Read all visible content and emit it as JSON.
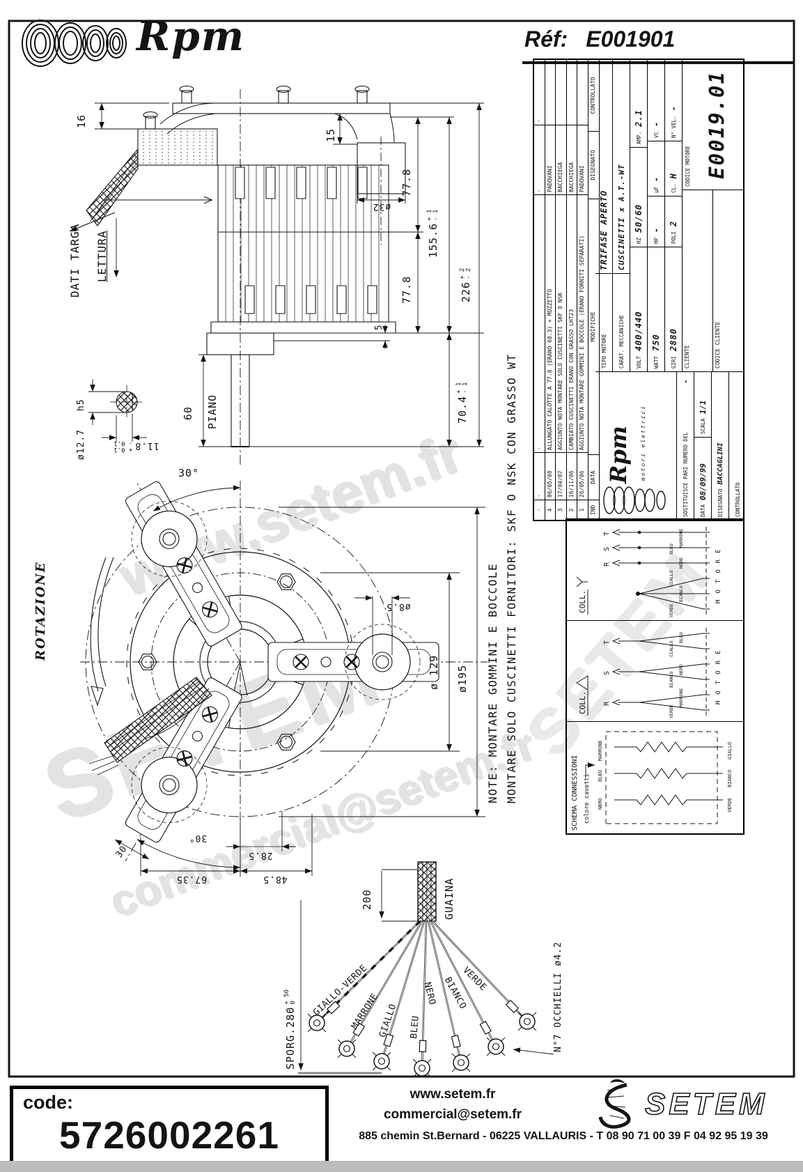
{
  "header": {
    "brand": "Rpm",
    "ref_label": "Réf:",
    "ref_value": "E001901"
  },
  "watermarks": {
    "w1": "www.setem.fr",
    "w2": "SETEM",
    "w3": "commercial@setem.fr",
    "w4": "SETEM"
  },
  "note": {
    "line1": "NOTE: MONTARE GOMMINI E BOCCOLE",
    "line2": "MONTARE SOLO CUSCINETTI FORNITORI: SKF O NSK CON GRASSO WT"
  },
  "side_view": {
    "dati_targa": "DATI TARGA",
    "lettura": "LETTURA",
    "piano": "PIANO",
    "d16": "16",
    "d15": "15",
    "d32": "ø32",
    "d77_top": "77.8",
    "d77_bot": "77.8",
    "d5": "5",
    "d60": "60",
    "d155": {
      "main": "155.6",
      "plus": "+ 1",
      "minus": "- 1"
    },
    "d226": {
      "main": "226",
      "plus": "+ 2",
      "minus": "- 2"
    },
    "d704": {
      "main": "70.4",
      "plus": "+ 1",
      "minus": "- 1"
    },
    "h5": "h5",
    "d127": "ø12.7",
    "d118": {
      "main": "11.8",
      "plus": "+ 0.1",
      "minus": "- 0.1"
    }
  },
  "front_view": {
    "rotazione": "ROTAZIONE",
    "a30_top": "30°",
    "d85": "ø8.5",
    "d129": "ø 129",
    "d195": "ø195",
    "d30": "30",
    "a30_bot": "30°",
    "d285": "28.5",
    "d485": "48.5",
    "d6735": "67.35"
  },
  "fanout": {
    "guaina": "GUAINA",
    "d200": "200",
    "sporg": {
      "main": "SPORG.280",
      "plus": "+ 50",
      "minus": "0"
    },
    "occhielli": "N°7 OCCHIELLI ø4.2",
    "wires": [
      "GIALLO-VERDE",
      "MARRONE",
      "GIALLO",
      "BLEU",
      "NERO",
      "BIANCO",
      "VERDE"
    ]
  },
  "schema": {
    "title": "SCHEMA CONNESSIONI",
    "subtitle": "colore cavetti",
    "coll": "COLL.",
    "motore": "MOTORE",
    "terminals": [
      "R",
      "S",
      "T"
    ],
    "winding_top": [
      "NERO",
      "BLEU",
      "MARRONE"
    ],
    "winding_bottom": [
      "VERDE",
      "BIANCO",
      "GIALLO"
    ],
    "delta_labels": [
      "VERDE",
      "MARRONE",
      "BIANCO",
      "NERO",
      "GIALLO",
      "BLEU"
    ],
    "star_labels": [
      "VERDE",
      "BIANCO",
      "GIALLO",
      "NERO",
      "BLEU",
      "MARRONE"
    ]
  },
  "title_block": {
    "revisions": {
      "headers": [
        "IND",
        "DATA",
        "MODIFICHE",
        "DISEGNATO",
        "CONTROLLATO"
      ],
      "rows": [
        {
          "ind": "-",
          "date": "-",
          "mod": "-",
          "drawn": "-",
          "checked": "-"
        },
        {
          "ind": "4",
          "date": "06/05/08",
          "mod": "ALLUNGATO CALOTTE A 77.8 (ERANO 68.3) + MOZZETTO",
          "drawn": "PADOVANI",
          "checked": ""
        },
        {
          "ind": "3",
          "date": "17/04/07",
          "mod": "AGGIUNTO NOTA MONTARE SOLO CUSCINETTI SKF O NSK",
          "drawn": "BACCHIEGA",
          "checked": ""
        },
        {
          "ind": "2",
          "date": "16/11/06",
          "mod": "CAMBIATO CUSCINETTI ERANO CON GRASSO LHT23",
          "drawn": "BACCHIEGA",
          "checked": ""
        },
        {
          "ind": "1",
          "date": "26/05/06",
          "mod": "AGGIUNTO NOTA MONTARE GOMMINI E BOCCOLE (ERANO FORNITI SEPARATI)",
          "drawn": "PADOVANI",
          "checked": ""
        }
      ]
    },
    "tipo_label": "TIPO MOTORE",
    "tipo_value": "TRIFASE APERTO",
    "carat_label": "CARAT. MECCANICHE",
    "carat_value": "CUSCINETTI x A.T.-WT",
    "volt_label": "VOLT",
    "volt_value": "400/440",
    "hz_label": "HZ",
    "hz_value": "50/60",
    "amp_label": "AMP.",
    "amp_value": "2.1",
    "watt_label": "WATT",
    "watt_value": "750",
    "hp_label": "HP",
    "hp_value": "-",
    "uf_label": "µF",
    "uf_value": "-",
    "vc_label": "VC",
    "vc_value": "-",
    "giri_label": "GIRI",
    "giri_value": "2880",
    "poli_label": "POLI",
    "poli_value": "2",
    "cl_label": "CL.",
    "cl_value": "H",
    "nvel_label": "N° VEL.",
    "nvel_value": "-",
    "cliente_label": "CLIENTE",
    "codice_cliente_label": "CODICE CLIENTE",
    "codice_motore_label": "CODICE MOTORE",
    "codice_motore_value": "E0019.01",
    "logo_brand": "Rpm",
    "logo_sub": "motori elettrici",
    "sostituisce_label": "SOSTITUISCE PARI NUMERO DEL",
    "sostituisce_value": "-",
    "data_label": "DATA",
    "data_value": "08/09/99",
    "scala_label": "SCALA",
    "scala_value": "1/1",
    "disegnato_label": "DISEGNATO",
    "disegnato_value": "BACCAGLINI",
    "controllato_label": "CONTROLLATO"
  },
  "footer": {
    "code_label": "code:",
    "code_value": "5726002261",
    "site": "www.setem.fr",
    "email": "commercial@setem.fr",
    "brand": "SETEM",
    "address": "885 chemin St.Bernard  -  06225 VALLAURIS  -  T 08 90 71 00 39   F 04 92 95 19 39"
  }
}
